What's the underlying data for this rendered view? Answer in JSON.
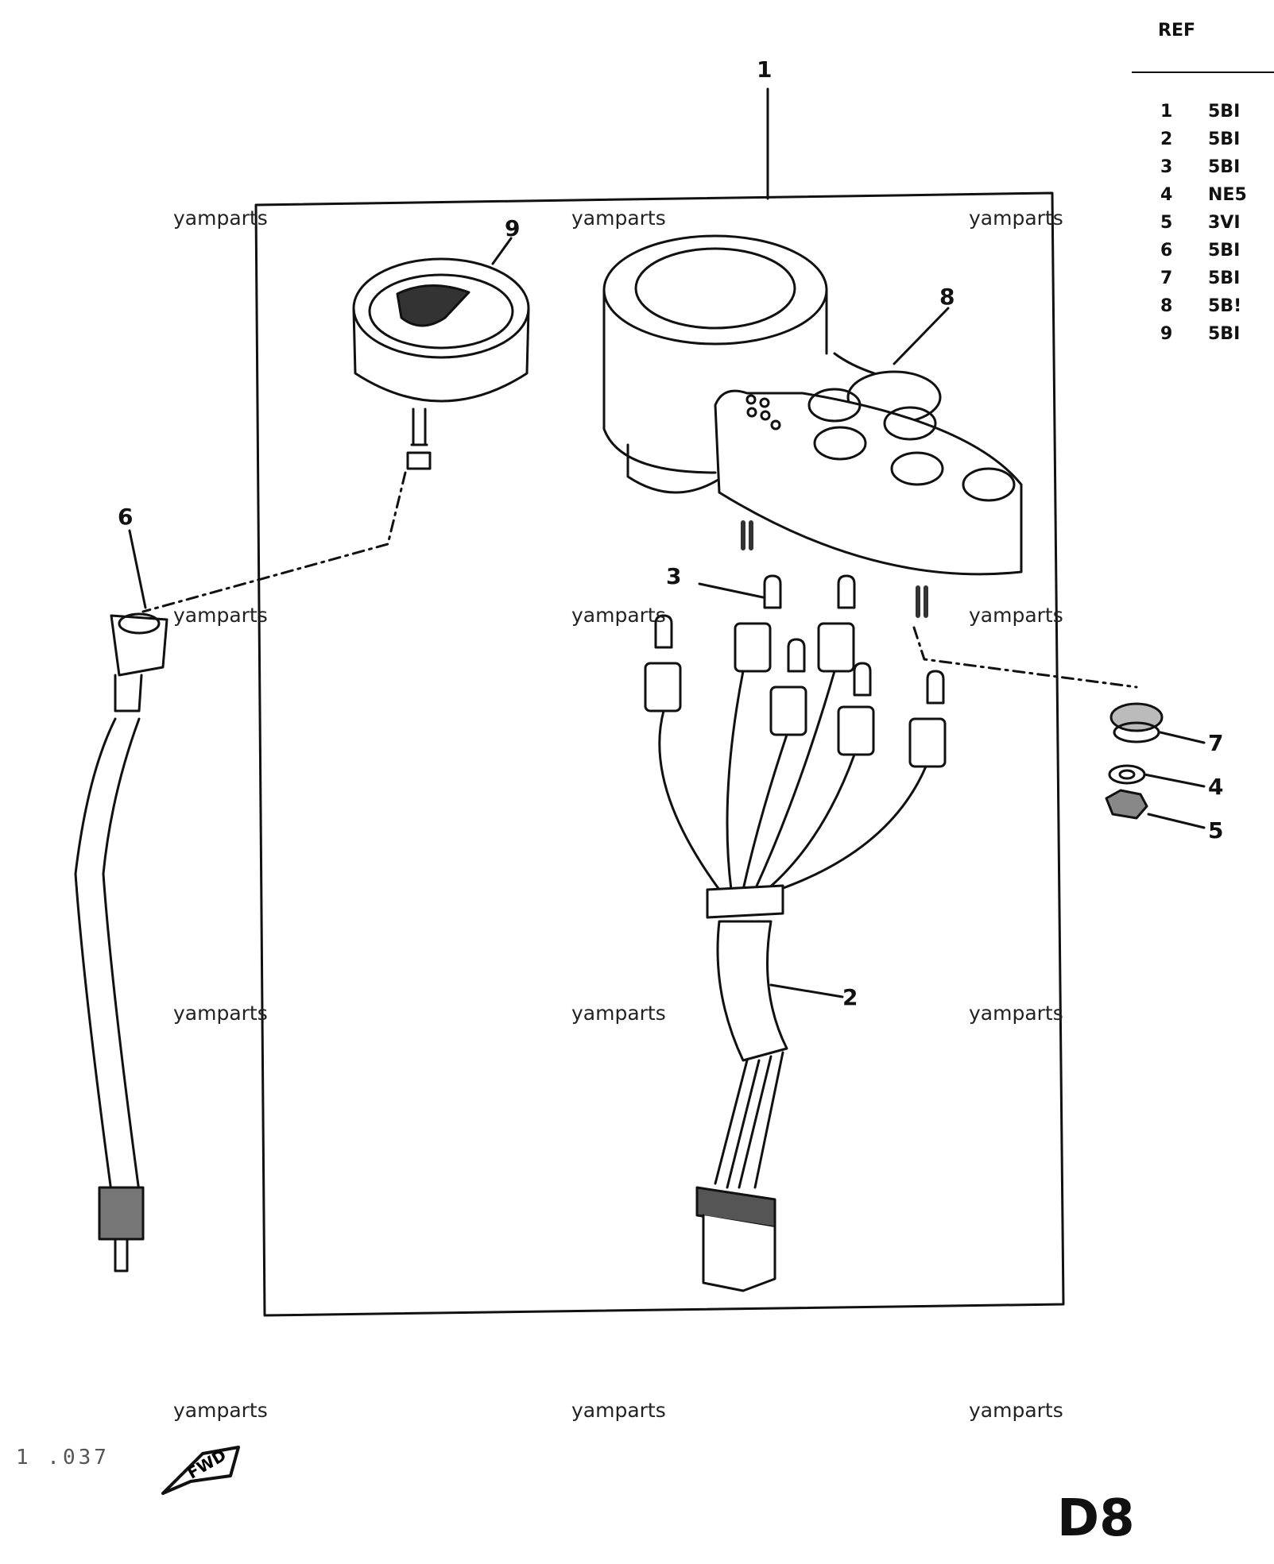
{
  "reference_table": {
    "header": "REF",
    "rows": [
      {
        "ref": "1",
        "code": "5BI"
      },
      {
        "ref": "2",
        "code": "5BI"
      },
      {
        "ref": "3",
        "code": "5BI"
      },
      {
        "ref": "4",
        "code": "NE5"
      },
      {
        "ref": "5",
        "code": "3VI"
      },
      {
        "ref": "6",
        "code": "5BI"
      },
      {
        "ref": "7",
        "code": "5BI"
      },
      {
        "ref": "8",
        "code": "5B!"
      },
      {
        "ref": "9",
        "code": "5BI"
      }
    ]
  },
  "callouts": {
    "c1": "1",
    "c2": "2",
    "c3": "3",
    "c4": "4",
    "c5": "5",
    "c6": "6",
    "c7": "7",
    "c8": "8",
    "c9": "9"
  },
  "watermarks": [
    "yamparts",
    "yamparts",
    "yamparts",
    "yamparts",
    "yamparts",
    "yamparts",
    "yamparts",
    "yamparts",
    "yamparts",
    "yamparts",
    "yamparts",
    "yamparts"
  ],
  "fwd_label": "FWD",
  "page_code": "D8",
  "stray_mark": "1 .037"
}
